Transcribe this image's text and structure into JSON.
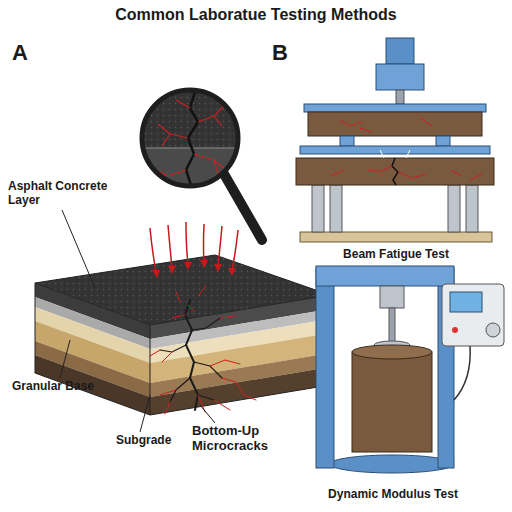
{
  "diagram": {
    "title": "Common Laboratue Testing Methods",
    "labels": [
      "A",
      "Asphalt Concrete Layer",
      "Granular Base",
      "Subgrade",
      "Bottom-Up Microcracks",
      "B",
      "Beam Fatigue Test",
      "Dynamic Modulus Test"
    ]
  }
}
